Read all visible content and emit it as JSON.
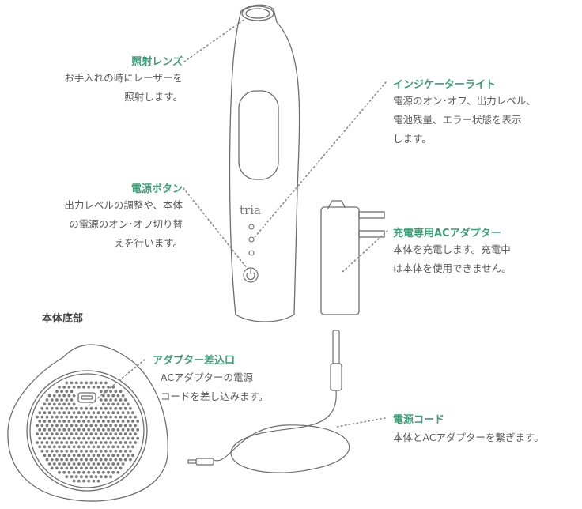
{
  "labels": {
    "lens": {
      "title": "照射レンズ",
      "desc": [
        "お手入れの時にレーザーを",
        "照射します。"
      ]
    },
    "indicator": {
      "title": "インジケーターライト",
      "desc": [
        "電源のオン･オフ、出力レベル、",
        "電池残量、エラー状態を表示",
        "します。"
      ]
    },
    "power": {
      "title": "電源ボタン",
      "desc": [
        "出力レベルの調整や、本体",
        "の電源のオン･オフ切り替",
        "えを行います。"
      ]
    },
    "adapter": {
      "title": "充電専用ACアダプター",
      "desc": [
        "本体を充電します。充電中",
        "は本体を使用できません。"
      ]
    },
    "bottom_section": "本体底部",
    "port": {
      "title": "アダプター差込口",
      "desc": [
        "ACアダプターの電源",
        "コードを差し込みます。"
      ]
    },
    "cord": {
      "title": "電源コード",
      "desc": [
        "本体とACアダプターを繋ぎます。"
      ]
    }
  },
  "device_brand": "tria",
  "colors": {
    "accent": "#3f9e7a",
    "line": "#7a7a7a",
    "text": "#5a5a5a"
  }
}
